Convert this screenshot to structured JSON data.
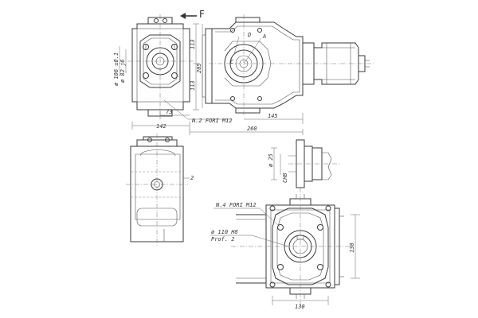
{
  "title": "",
  "arrow_label": "F",
  "top_view": {
    "dim_113_upper": "113",
    "dim_113_lower": "113",
    "dim_205": "205",
    "dim_diam_106": "ø 106 ±0.1",
    "dim_diam_82": "ø 82 j6",
    "dim_73": "73",
    "dim_142": "142",
    "dim_145": "145",
    "dim_260": "260",
    "holes_note": "N.2 FORI M12",
    "label_D": "D",
    "label_A": "A",
    "label_C": "C"
  },
  "shaft_detail": {
    "dim_diam_25": "ø 25",
    "dim_ch8": "CH8"
  },
  "side_view": {
    "dim_2": "2"
  },
  "front_view": {
    "holes_note": "N.4 FORI M12",
    "dim_diam_110": "ø 110 H8",
    "dim_prof": "Prof. 2",
    "dim_130_h": "130",
    "dim_130_v": "130"
  }
}
